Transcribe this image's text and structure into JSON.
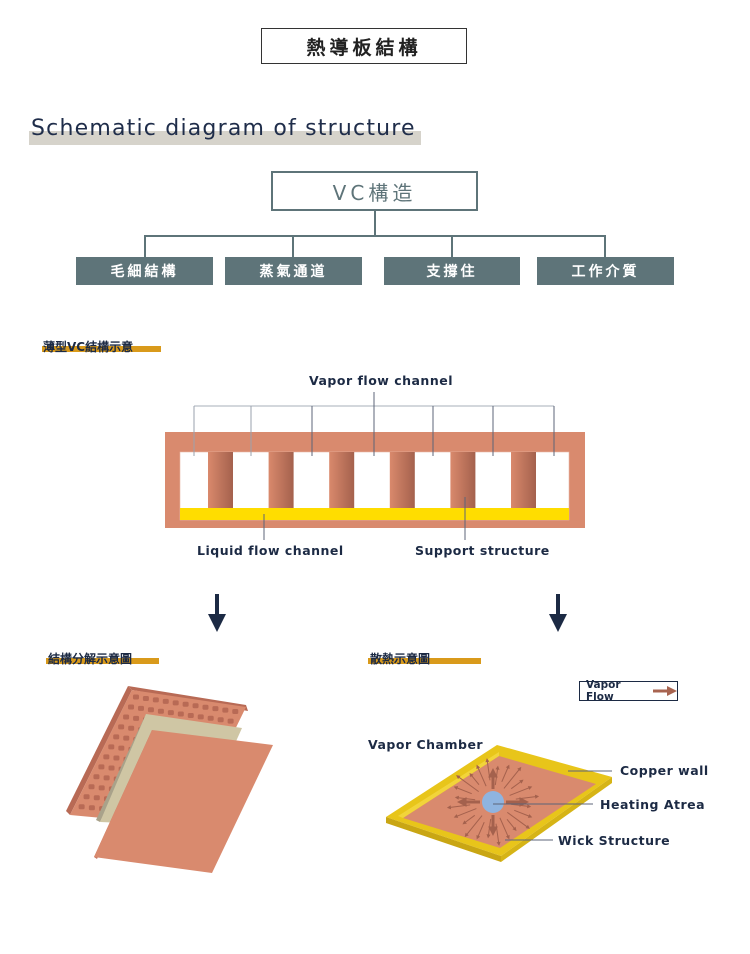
{
  "header": {
    "title": "熱導板結構"
  },
  "section": {
    "title": "Schematic diagram of structure"
  },
  "tree": {
    "root": "VC構造",
    "children": [
      "毛細結構",
      "蒸氣通道",
      "支撐住",
      "工作介質"
    ]
  },
  "thin_vc": {
    "title": "薄型VC結構示意",
    "labels": {
      "vapor_flow_channel": "Vapor flow channel",
      "liquid_flow_channel": "Liquid flow channel",
      "support_structure": "Support structure"
    },
    "pillar_count": 6
  },
  "exploded": {
    "title": "結構分解示意圖"
  },
  "heat_dissipation": {
    "title": "散熱示意圖",
    "legend": {
      "label": "Vapor Flow",
      "icon": "arrow-right-icon"
    },
    "labels": {
      "vapor_chamber": "Vapor Chamber",
      "copper_wall": "Copper wall",
      "heating_area": "Heating Atrea",
      "wick_structure": "Wick Structure"
    }
  },
  "colors": {
    "copper": "#d98a6e",
    "copper_dark": "#a86450",
    "wick_yellow": "#ffdd00",
    "frame_gold": "#e8c51a",
    "slate": "#5e7479",
    "navy": "#1c2a44",
    "accent_orange": "#d99a1b",
    "heat_blue": "#8fb4e0",
    "beige": "#cfc6a4"
  }
}
